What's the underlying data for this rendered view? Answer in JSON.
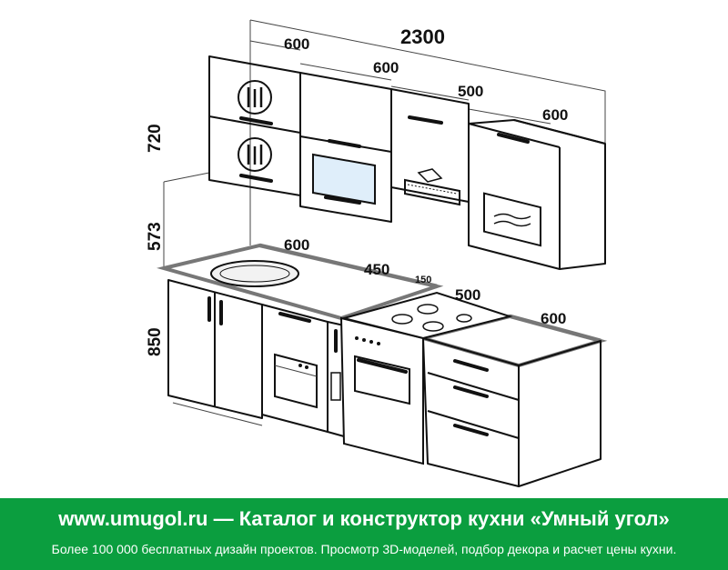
{
  "dimensions": {
    "total_width": "2300",
    "upper": [
      "600",
      "600",
      "500",
      "600"
    ],
    "upper_height": "720",
    "gap_height": "573",
    "base_height": "850",
    "base": [
      "600",
      "450",
      "150",
      "500",
      "600"
    ]
  },
  "banner": {
    "title": "www.umugol.ru — Каталог и конструктор кухни «Умный угол»",
    "subtitle": "Более 100 000 бесплатных дизайн проектов. Просмотр 3D-моделей, подбор декора и расчет цены кухни."
  },
  "colors": {
    "banner_bg": "#0b9e3f",
    "banner_text": "#ffffff",
    "countertop": "#777777",
    "glass": "#dfeefa"
  }
}
